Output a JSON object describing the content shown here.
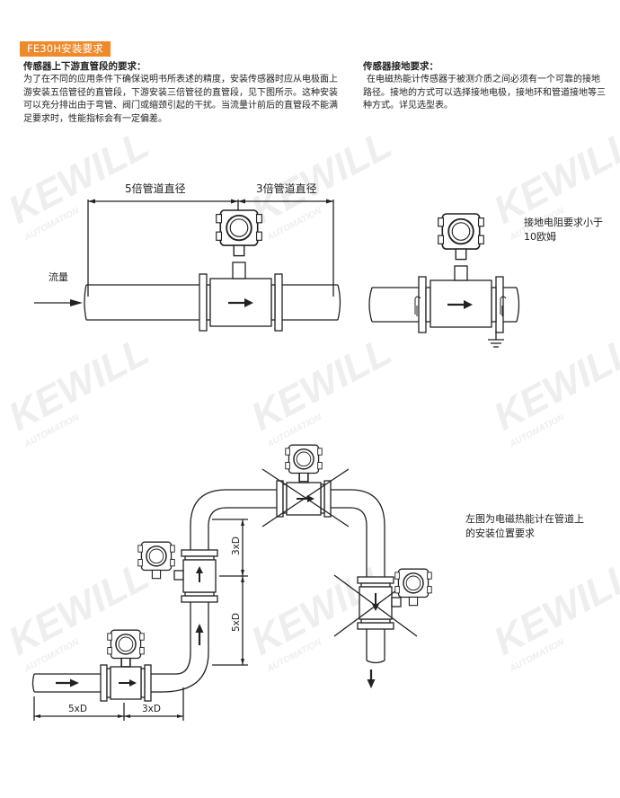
{
  "header": {
    "title": "FE30H安装要求"
  },
  "left_section": {
    "heading": "传感器上下游直管段的要求：",
    "body": "为了在不同的应用条件下确保说明书所表述的精度，安装传感器时应从电极面上游安装五倍管径的直管段，下游安装三倍管径的直管段，见下图所示。这种安装可以充分排出由于弯管、阀门或缩颈引起的干扰。当流量计前后的直管段不能满足要求时，性能指标会有一定偏差。"
  },
  "right_section": {
    "heading": "传感器接地要求：",
    "body": "在电磁热能计传感器于被测介质之间必须有一个可靠的接地路径。接地的方式可以选择接地电极，接地环和管道接地等三种方式。详见选型表。"
  },
  "diagram1": {
    "upstream_label": "5倍管道直径",
    "downstream_label": "3倍管道直径",
    "flow_label": "流量"
  },
  "diagram2": {
    "note": "接地电阻要求小于10欧姆"
  },
  "diagram3": {
    "note": "左图为电磁热能计在管道上的安装位置要求",
    "dim_5xd_horizontal": "5xD",
    "dim_3xd_horizontal": "3xD",
    "dim_3xd_vertical": "3xD",
    "dim_5xd_vertical": "5xD"
  },
  "watermark": {
    "brand": "KEWILL",
    "sub": "AUTOMATION"
  },
  "colors": {
    "accent": "#ef8a2b",
    "line": "#222222",
    "watermark": "#f1f1f1"
  }
}
